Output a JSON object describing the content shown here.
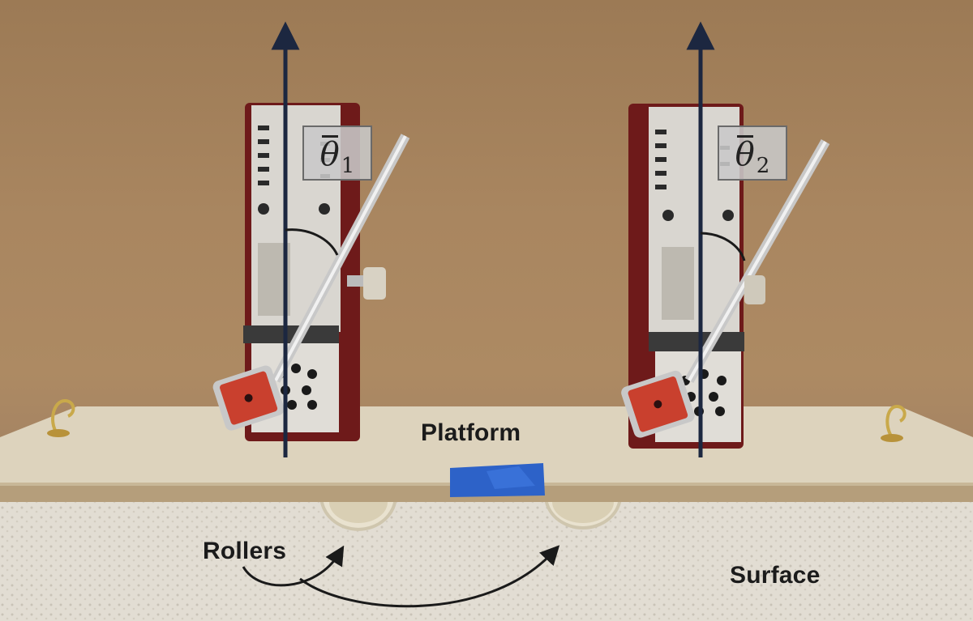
{
  "labels": {
    "platform": "Platform",
    "rollers": "Rollers",
    "surface": "Surface"
  },
  "angles": [
    {
      "symbol": "θ",
      "subscript": "1"
    },
    {
      "symbol": "θ",
      "subscript": "2"
    }
  ],
  "colors": {
    "wall": "#a98660",
    "platform": "#ddd3bd",
    "metronome_body": "#7a1e1e",
    "weight": "#c9402e",
    "tape": "#2d62c8",
    "arrow": "#1c2740"
  }
}
